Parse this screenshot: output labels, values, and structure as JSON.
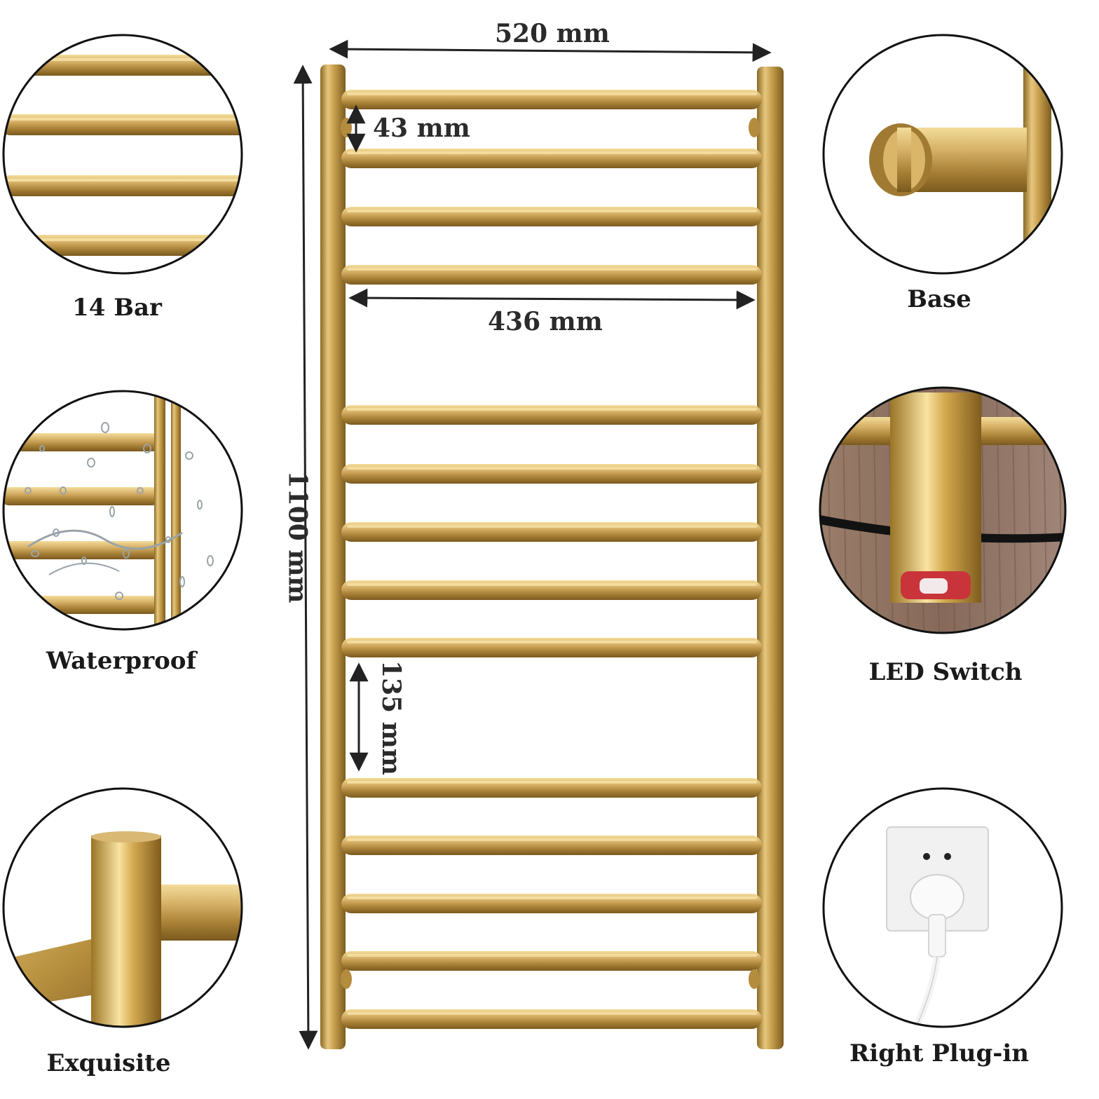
{
  "colors": {
    "gold_light": "#e6c67a",
    "gold_mid": "#c9a24f",
    "gold_dark": "#8a6a24",
    "text": "#1a1a1a",
    "wood": "#8d7260"
  },
  "dimensions": {
    "width_outer": "520 mm",
    "width_inner": "436 mm",
    "height": "1100 mm",
    "bar_gap": "43 mm",
    "section_gap": "135 mm"
  },
  "rack": {
    "bar_count": 14
  },
  "features": {
    "bars": "14 Bar",
    "waterproof": "Waterproof",
    "exquisite": "Exquisite",
    "base": "Base",
    "led_switch": "LED Switch",
    "plug": "Right Plug-in"
  },
  "icons": {
    "bars_detail": "bars-closeup-icon",
    "waterproof_detail": "water-splash-icon",
    "exquisite_detail": "joint-closeup-icon",
    "base_detail": "wall-mount-base-icon",
    "led_detail": "led-switch-icon",
    "plug_detail": "wall-socket-plug-icon"
  }
}
